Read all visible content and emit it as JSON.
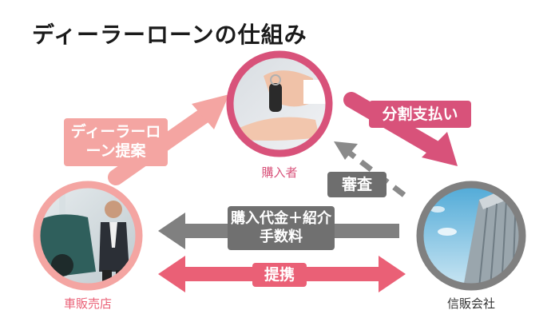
{
  "title": "ディーラーローンの仕組み",
  "nodes": {
    "buyer": {
      "label": "購入者"
    },
    "dealer": {
      "label": "車販売店"
    },
    "finance": {
      "label": "信販会社"
    }
  },
  "edges": {
    "dealer_proposal": "ディーラーローン提案",
    "installment": "分割支払い",
    "screening": "審査",
    "payment": "購入代金＋紹介手数料",
    "partnership": "提携"
  },
  "colors": {
    "salmon": "#f4a5a2",
    "pink": "#ea6076",
    "deep_pink": "#d8527a",
    "gray": "#808080",
    "dark_gray": "#6e6e6e"
  }
}
